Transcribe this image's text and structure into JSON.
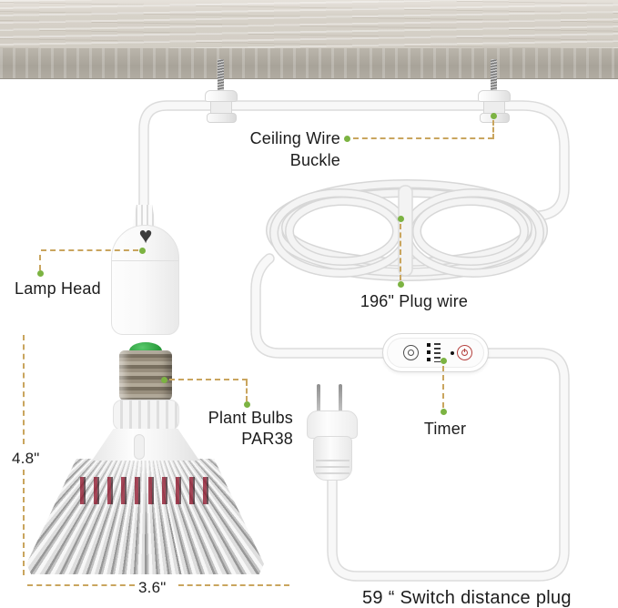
{
  "labels": {
    "ceiling_line1": "Ceiling Wire",
    "ceiling_line2": "Buckle",
    "lamp_head": "Lamp Head",
    "plug_wire": "196\" Plug wire",
    "timer": "Timer",
    "plant_line1": "Plant Bulbs",
    "plant_line2": "PAR38",
    "bulb_height": "4.8\"",
    "bulb_diameter": "3.6\"",
    "switch_distance": "59 “ Switch distance plug"
  },
  "icons": {
    "lamp_logo": "♥"
  },
  "colors": {
    "leader_line": "#c9a55e",
    "marker_dot": "#7cb342",
    "label_text": "#1c1c1c",
    "cable_white": "#f8f8f8",
    "cable_edge": "#dcdcdc",
    "timer_power_ring": "#b5413e",
    "timer_mode_ring": "#4f4f4f",
    "bulb_tip_green": "#2a9c3c",
    "led_red": "#8e162c",
    "ceiling_wood": "#d9d4cb",
    "ceiling_wood_edge": "#a8a399"
  }
}
